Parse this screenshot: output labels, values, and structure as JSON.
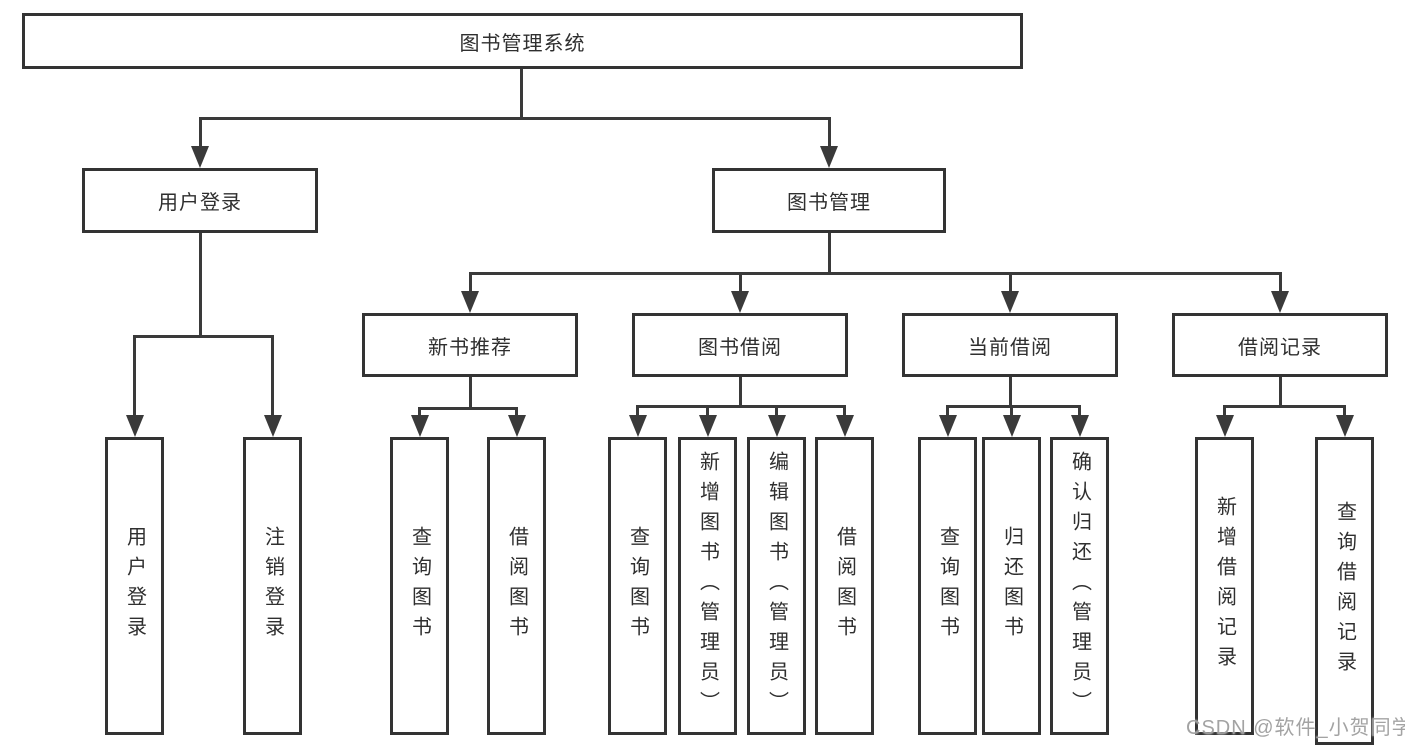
{
  "nodes": {
    "root": {
      "label": "图书管理系统"
    },
    "level2": [
      {
        "label": "用户登录"
      },
      {
        "label": "图书管理"
      }
    ],
    "level3": [
      {
        "label": "新书推荐"
      },
      {
        "label": "图书借阅"
      },
      {
        "label": "当前借阅"
      },
      {
        "label": "借阅记录"
      }
    ],
    "leaves": [
      {
        "label": "用户登录"
      },
      {
        "label": "注销登录"
      },
      {
        "label": "查询图书"
      },
      {
        "label": "借阅图书"
      },
      {
        "label": "查询图书"
      },
      {
        "label": "新增图书（管理员）"
      },
      {
        "label": "编辑图书（管理员）"
      },
      {
        "label": "借阅图书"
      },
      {
        "label": "查询图书"
      },
      {
        "label": "归还图书"
      },
      {
        "label": "确认归还（管理员）"
      },
      {
        "label": "新增借阅记录"
      },
      {
        "label": "查询借阅记录"
      }
    ]
  },
  "hierarchy": {
    "图书管理系统": {
      "用户登录": [
        "用户登录",
        "注销登录"
      ],
      "图书管理": {
        "新书推荐": [
          "查询图书",
          "借阅图书"
        ],
        "图书借阅": [
          "查询图书",
          "新增图书（管理员）",
          "编辑图书（管理员）",
          "借阅图书"
        ],
        "当前借阅": [
          "查询图书",
          "归还图书",
          "确认归还（管理员）"
        ],
        "借阅记录": [
          "新增借阅记录",
          "查询借阅记录"
        ]
      }
    }
  },
  "colors": {
    "background": "#ffffff",
    "line": "#3a3a3a",
    "border": "#333333",
    "text": "#2f2f2f",
    "watermark": "#9b9b9b"
  },
  "watermark": {
    "text": "CSDN @软件_小贺同学"
  }
}
